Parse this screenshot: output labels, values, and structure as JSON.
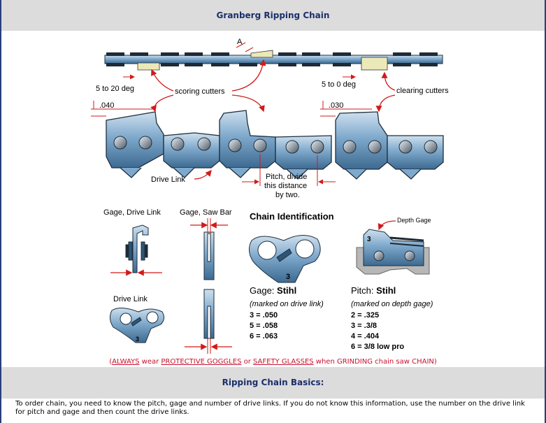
{
  "header": {
    "title": "Granberg Ripping Chain"
  },
  "diagram": {
    "top_labels": {
      "angle_a": "A",
      "scoring_angle": "5 to 20 deg",
      "scoring_cutters": "scoring cutters",
      "clearing_angle": "5 to 0 deg",
      "clearing_cutters": "clearing cutters",
      "height_040": ".040",
      "height_030": ".030",
      "drive_link": "Drive Link",
      "pitch_line1": "Pitch, divide",
      "pitch_line2": "this distance",
      "pitch_line3": "by two."
    },
    "lower_labels": {
      "gage_drive_link": "Gage, Drive Link",
      "gage_saw_bar": "Gage, Saw Bar",
      "drive_link": "Drive Link",
      "drive_link_number": "3",
      "chain_identification": "Chain Identification",
      "chain_id_number": "3",
      "depth_gage": "Depth Gage",
      "depth_gage_number": "3"
    },
    "gage_info": {
      "title_prefix": "Gage: ",
      "title_brand": "Stihl",
      "note": "(marked on drive link)",
      "values": [
        "3 = .050",
        "5 = .058",
        "6 = .063"
      ]
    },
    "pitch_info": {
      "title_prefix": "Pitch: ",
      "title_brand": "Stihl",
      "note": "(marked on depth gage)",
      "values": [
        "2 = .325",
        "3 = .3/8",
        "4 = .404",
        "6 = 3/8 low pro"
      ]
    }
  },
  "warning": {
    "p1": "(",
    "always": "ALWAYS",
    "p2": " wear ",
    "goggles": "PROTECTIVE GOGGLES",
    "p3": " or ",
    "glasses": "SAFETY GLASSES",
    "p4": " when GRINDING chain saw CHAIN)"
  },
  "section": {
    "title": "Ripping Chain Basics:"
  },
  "body": {
    "text": "To order chain, you need to know the pitch, gage and number of drive links. If you do not know this information, use the number on the drive link for pitch and gage and then count the drive links."
  },
  "colors": {
    "band_bg": "#dcdcdc",
    "title": "#1c2f6b",
    "steel": "#6f9ec4",
    "steel_dark": "#2e5576",
    "red": "#d11a1a",
    "gold": "#ece9b8"
  }
}
